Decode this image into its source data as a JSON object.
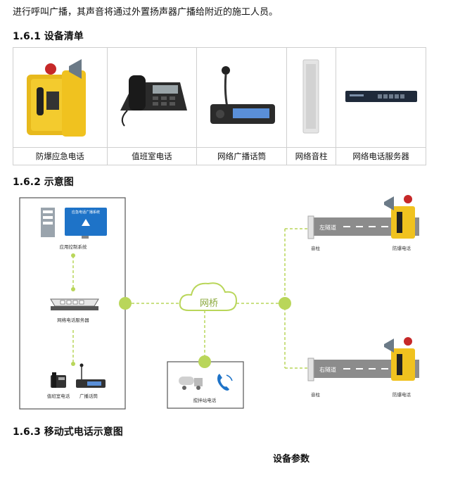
{
  "intro": "进行呼叫广播，其声音将通过外置扬声器广播给附近的施工人员。",
  "sections": {
    "s1": "1.6.1 设备清单",
    "s2": "1.6.2 示意图",
    "s3": "1.6.3 移动式电话示意图"
  },
  "equipment": [
    {
      "label": "防爆应急电话",
      "icon": "explosion-proof-phone-icon"
    },
    {
      "label": "值班室电话",
      "icon": "desk-phone-icon"
    },
    {
      "label": "网络广播话筒",
      "icon": "microphone-icon"
    },
    {
      "label": "网络音柱",
      "icon": "column-speaker-icon"
    },
    {
      "label": "网络电话服务器",
      "icon": "rack-server-icon"
    }
  ],
  "diagram": {
    "screen_title": "应急电话广播系统",
    "control_system": "应用控制系统",
    "server": "网络电话服务器",
    "duty_phone": "值班室电话",
    "mic": "广播话筒",
    "bridge": "网桥",
    "mixing_station": "搅拌站电话",
    "tunnel_left": "左隧道",
    "tunnel_right": "右隧道",
    "speaker_col": "音柱",
    "explosion_phone": "防爆电话",
    "accent": "#b9d65a"
  },
  "param_title": "设备参数"
}
